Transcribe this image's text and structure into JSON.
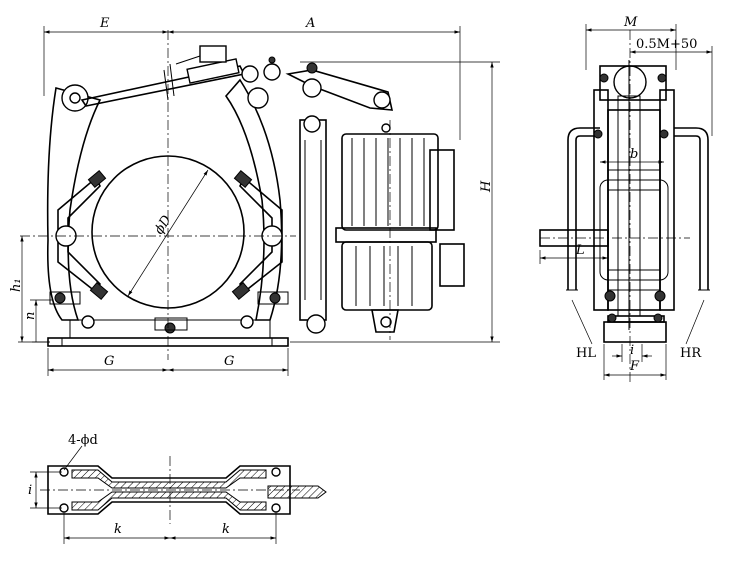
{
  "labels": {
    "E": "E",
    "A": "A",
    "H": "H",
    "D": "ϕD",
    "h1": "h₁",
    "n": "n",
    "G_left": "G",
    "G_right": "G",
    "M": "M",
    "half_M": "0.5M+50",
    "b": "b",
    "L": "L",
    "HL": "HL",
    "HR": "HR",
    "i_side": "i",
    "F": "F",
    "holes": "4-ϕd",
    "i_base": "i",
    "k_left": "k",
    "k_right": "k"
  }
}
